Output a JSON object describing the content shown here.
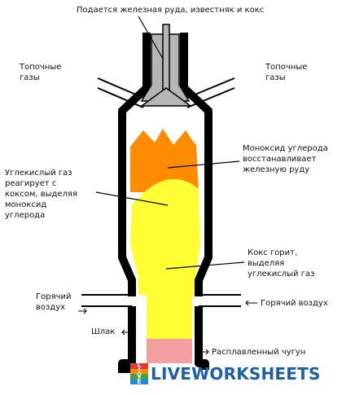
{
  "labels": {
    "feed": "Подается железная руда, известняк и кокс",
    "flue_gas_left_1": "Топочные",
    "flue_gas_left_2": "газы",
    "flue_gas_right_1": "Топочные",
    "flue_gas_right_2": "газы",
    "co_reduces_1": "Моноксид углерода",
    "co_reduces_2": "восстанавливает",
    "co_reduces_3": "железную руду",
    "co2_reacts_1": "Углекислый газ",
    "co2_reacts_2": "реагирует с",
    "co2_reacts_3": "коксом, выделяя",
    "co2_reacts_4": "моноксид",
    "co2_reacts_5": "углерода",
    "coke_burns_1": "Кокс горит,",
    "coke_burns_2": "выделяя",
    "coke_burns_3": "углекислый газ",
    "hot_air_left_1": "Горячий",
    "hot_air_left_2": "воздух",
    "hot_air_right": "Горячий воздух",
    "slag": "Шлак",
    "molten_iron": "Расплавленный чугун"
  },
  "watermark": {
    "badge_letters": [
      "L",
      "I",
      "V",
      "E"
    ],
    "text": "LIVEWORKSHEETS"
  },
  "colors": {
    "furnace_wall": "#000000",
    "hopper": "#b5b5b5",
    "co_zone": "#ff8c00",
    "combustion_zone": "#ffff33",
    "molten_iron": "#f4a0a0",
    "watermark_blue": "#1b5fa8"
  }
}
